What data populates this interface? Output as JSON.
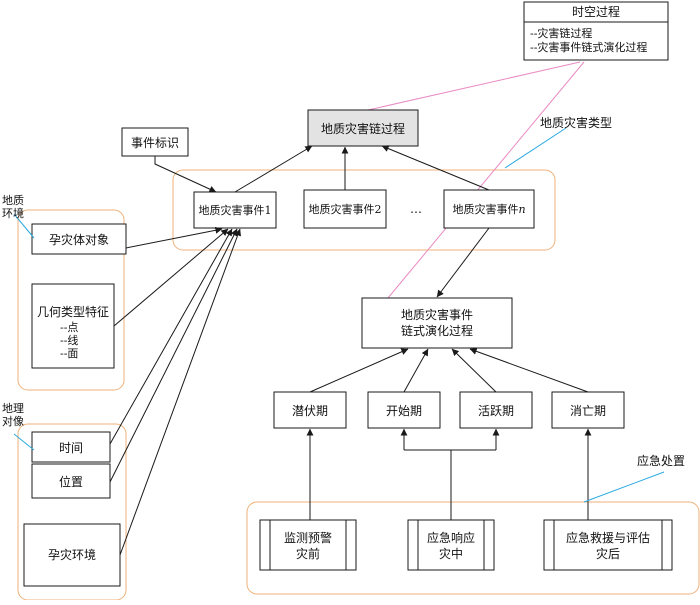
{
  "colors": {
    "line": "#1a1a1a",
    "group_border": "#f0b27a",
    "pink_line": "#e98bc3",
    "blue_callout": "#2aa9e0",
    "highlight_fill": "#e3e3e3"
  },
  "spatiotemporal": {
    "title": "时空过程",
    "items": [
      "--灾害链过程",
      "--灾害事件链式演化过程"
    ]
  },
  "main_process": "地质灾害链过程",
  "event_label": "事件标识",
  "events": {
    "e1": "地质灾害事件1",
    "e2": "地质灾害事件2",
    "ellipsis": "…",
    "en_prefix": "地质灾害事件",
    "en_suffix": "n"
  },
  "callouts": {
    "disaster_type": "地质灾害类型",
    "emergency": "应急处置",
    "geo_env": "地质环境",
    "geo_object": "地理对像"
  },
  "left": {
    "pregnant_body": "孕灾体对象",
    "geometry_title": "几何类型特征",
    "geometry_items": [
      "--点",
      "--线",
      "--面"
    ],
    "time": "时间",
    "location": "位置",
    "pregnant_env": "孕灾环境"
  },
  "chain_process": [
    "地质灾害事件",
    "链式演化过程"
  ],
  "phases": {
    "latent": "潜伏期",
    "start": "开始期",
    "active": "活跃期",
    "decline": "消亡期"
  },
  "emergency_boxes": {
    "before": [
      "监测预警",
      "灾前"
    ],
    "during": [
      "应急响应",
      "灾中"
    ],
    "after": [
      "应急救援与评估",
      "灾后"
    ]
  }
}
